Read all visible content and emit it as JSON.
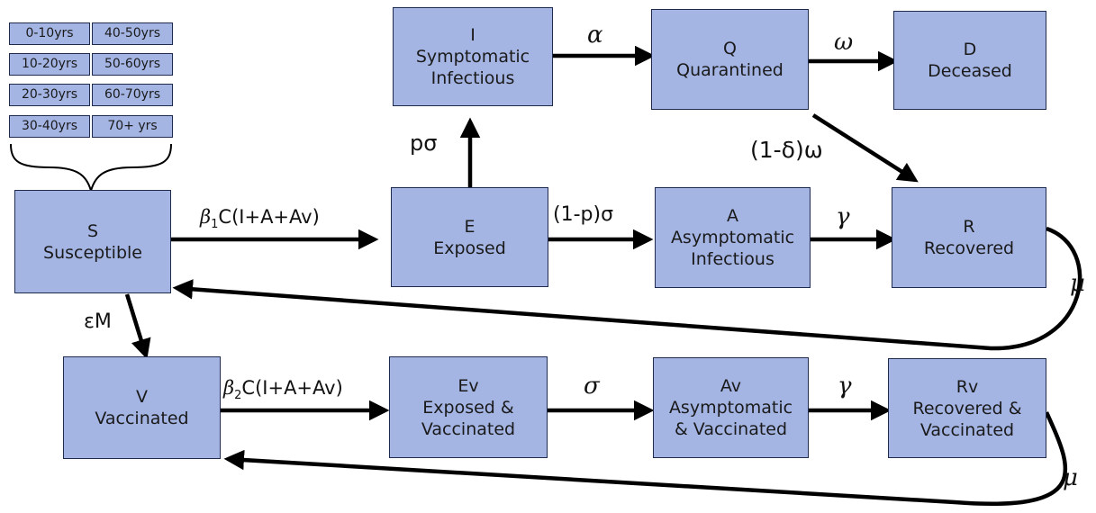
{
  "age_groups": [
    "0-10yrs",
    "40-50yrs",
    "10-20yrs",
    "50-60yrs",
    "20-30yrs",
    "60-70yrs",
    "30-40yrs",
    "70+ yrs"
  ],
  "compartments": {
    "S": {
      "code": "S",
      "name": "Susceptible"
    },
    "E": {
      "code": "E",
      "name": "Exposed"
    },
    "I": {
      "code": "I",
      "name": "Symptomatic",
      "name2": "Infectious"
    },
    "Q": {
      "code": "Q",
      "name": "Quarantined"
    },
    "D": {
      "code": "D",
      "name": "Deceased"
    },
    "A": {
      "code": "A",
      "name": "Asymptomatic",
      "name2": "Infectious"
    },
    "R": {
      "code": "R",
      "name": "Recovered"
    },
    "V": {
      "code": "V",
      "name": "Vaccinated"
    },
    "Ev": {
      "code": "Ev",
      "name": "Exposed &",
      "name2": "Vaccinated"
    },
    "Av": {
      "code": "Av",
      "name": "Asymptomatic",
      "name2": "& Vaccinated"
    },
    "Rv": {
      "code": "Rv",
      "name": "Recovered &",
      "name2": "Vaccinated"
    }
  },
  "rates": {
    "s_to_e_beta": "β",
    "s_to_e_sub": "1",
    "s_to_e_rest": "C(I+A+Av)",
    "v_to_ev_beta": "β",
    "v_to_ev_sub": "2",
    "v_to_ev_rest": "C(I+A+Av)",
    "e_to_i": "pσ",
    "e_to_a": "(1-p)σ",
    "i_to_q": "α",
    "q_to_d": "ω",
    "q_to_r": "(1-δ)ω",
    "a_to_r": "γ",
    "s_to_v": "εM",
    "ev_to_av": "σ",
    "av_to_rv": "γ",
    "r_to_s": "μ",
    "rv_to_v": "μ"
  }
}
